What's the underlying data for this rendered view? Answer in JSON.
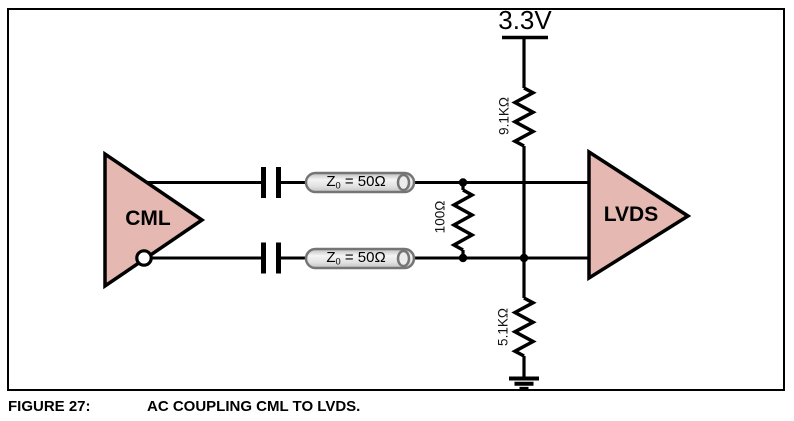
{
  "figure": {
    "caption": {
      "label": "FIGURE 27:",
      "title": "AC COUPLING CML TO LVDS."
    },
    "supply": {
      "voltage": "3.3V"
    },
    "driver": {
      "label": "CML"
    },
    "receiver": {
      "label": "LVDS"
    },
    "resistors": {
      "pullup": "9.1KΩ",
      "termination": "100Ω",
      "pulldown": "5.1KΩ"
    },
    "transmission_line": {
      "symbol": "Z",
      "subscript": "0",
      "value": " = 50Ω"
    },
    "colors": {
      "buffer_fill": "#e5b8b2",
      "wire": "#000000",
      "tline_fill": "#e8e8e8",
      "tline_stroke": "#757575"
    }
  }
}
